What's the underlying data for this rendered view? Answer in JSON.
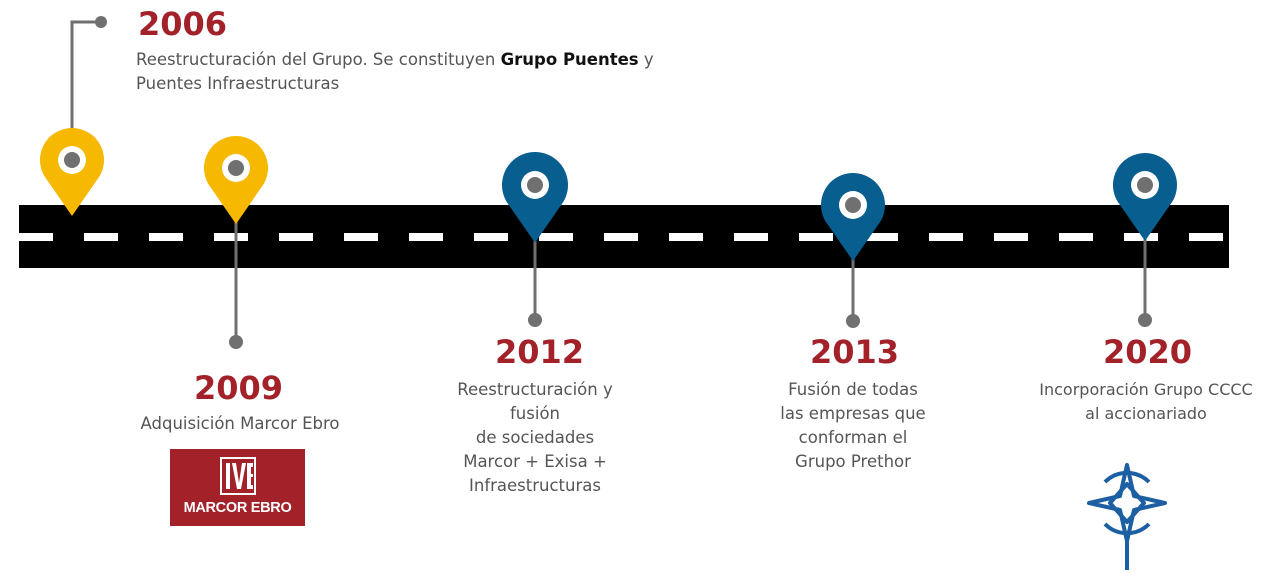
{
  "colors": {
    "road": "#000000",
    "lane": "#ffffff",
    "pin_yellow": "#f6b800",
    "pin_blue": "#075e8f",
    "connector": "#707070",
    "year": "#a3222a",
    "text": "#555555",
    "logo_marcor_bg": "#a3222a",
    "logo_cccc": "#1c5fa2"
  },
  "milestones": [
    {
      "year": "2006",
      "text_before": "Reestructuración del Grupo. Se constituyen ",
      "text_bold": "Grupo Puentes",
      "text_after": " y Puentes Infraestructuras",
      "pin_color": "yellow"
    },
    {
      "year": "2009",
      "text": "Adquisición Marcor Ebro",
      "pin_color": "yellow"
    },
    {
      "year": "2012",
      "lines": [
        "Reestructuración y",
        "fusión",
        "de sociedades",
        "Marcor + Exisa +",
        "Infraestructuras"
      ],
      "pin_color": "blue"
    },
    {
      "year": "2013",
      "lines": [
        "Fusión de todas",
        "las empresas que",
        "conforman el",
        "Grupo Prethor"
      ],
      "pin_color": "blue"
    },
    {
      "year": "2020",
      "lines": [
        "Incorporación Grupo CCCC",
        "al accionariado"
      ],
      "pin_color": "blue"
    }
  ],
  "logos": {
    "marcor_ebro": "MARCOR EBRO",
    "cccc": "cccc-logo"
  }
}
